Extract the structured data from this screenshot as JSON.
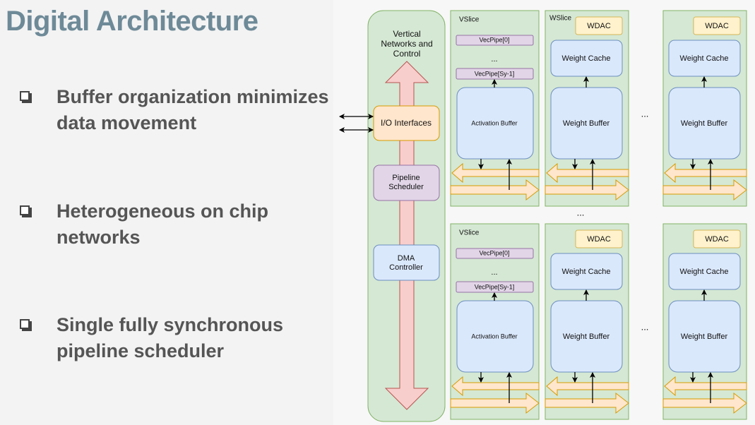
{
  "title": "Digital Architecture",
  "bullets": [
    {
      "lines": "Buffer organization minimizes data movement"
    },
    {
      "lines": "Heterogeneous on chip networks"
    },
    {
      "lines": "Single fully synchronous pipeline scheduler"
    }
  ],
  "diagram": {
    "control": {
      "lines": [
        "Vertical",
        "Networks and",
        "Control"
      ]
    },
    "io": "I/O Interfaces",
    "scheduler": {
      "lines": [
        "Pipeline",
        "Scheduler"
      ]
    },
    "dma": {
      "lines": [
        "DMA",
        "Controller"
      ]
    },
    "vslice": {
      "label": "VSlice",
      "vecpipe_first": "VecPipe[0]",
      "vecpipe_last": "VecPipe[Sy-1]",
      "buffer": "Activation Buffer"
    },
    "wslice": {
      "label": "WSlice",
      "wdac": "WDAC",
      "cache": "Weight Cache",
      "buffer": "Weight Buffer"
    },
    "ellipsis": "...",
    "colors": {
      "green_fill": "#d5e8d4",
      "green_stroke": "#82b366",
      "orange_fill": "#ffe6cc",
      "orange_stroke": "#d79b00",
      "purple_fill": "#e1d5e7",
      "purple_stroke": "#9673a6",
      "blue_fill": "#dae8fc",
      "blue_stroke": "#6c8ebf",
      "yellow_fill": "#fff2cc",
      "yellow_stroke": "#d6b656",
      "pink_fill": "#f8cecc",
      "pink_stroke": "#b85450"
    }
  }
}
